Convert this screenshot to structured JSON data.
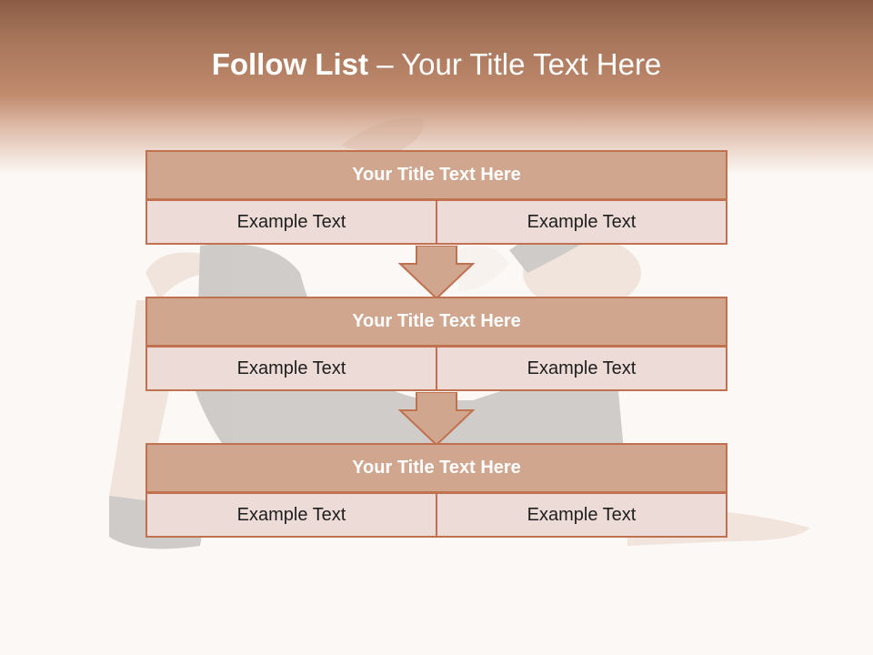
{
  "slide": {
    "title_bold": "Follow List",
    "title_rest": " – Your Title Text Here"
  },
  "blocks": [
    {
      "title": "Your Title Text Here",
      "cells": [
        "Example Text",
        "Example Text"
      ]
    },
    {
      "title": "Your Title Text Here",
      "cells": [
        "Example Text",
        "Example Text"
      ]
    },
    {
      "title": "Your Title Text Here",
      "cells": [
        "Example Text",
        "Example Text"
      ]
    }
  ],
  "colors": {
    "header_top": "#8b5d45",
    "header_mid": "#c08a6d",
    "title_fill": "#d1a68f",
    "cell_fill": "#ecdbd6",
    "border": "#c0714f",
    "arrow_fill": "#d1a68f"
  },
  "icons": {
    "arrow": "down-arrow-icon"
  }
}
